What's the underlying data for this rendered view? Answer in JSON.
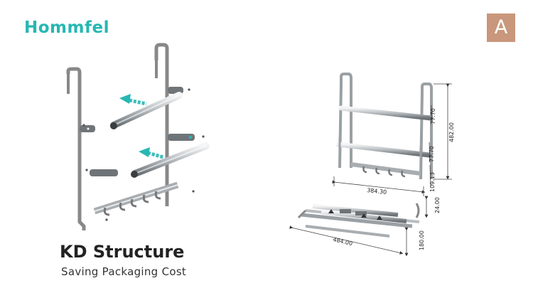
{
  "logo": {
    "text": "Hommfel"
  },
  "badge": {
    "text": "A"
  },
  "heading": {
    "title": "KD Structure",
    "subtitle": "Saving Packaging Cost"
  },
  "dimensions": {
    "total_height": "482.00",
    "rail_gap_top": "77.70",
    "rail_gap_mid": "77.70",
    "hook_offset": "109.13",
    "inner_width": "384.30",
    "pack_height": "24.00",
    "pack_length": "484.00",
    "pack_depth": "180.00"
  },
  "colors": {
    "brand": "#27b7b4",
    "badge": "#c9977b",
    "arrow": "#27b7b4",
    "metal": "#9aa0a4"
  }
}
